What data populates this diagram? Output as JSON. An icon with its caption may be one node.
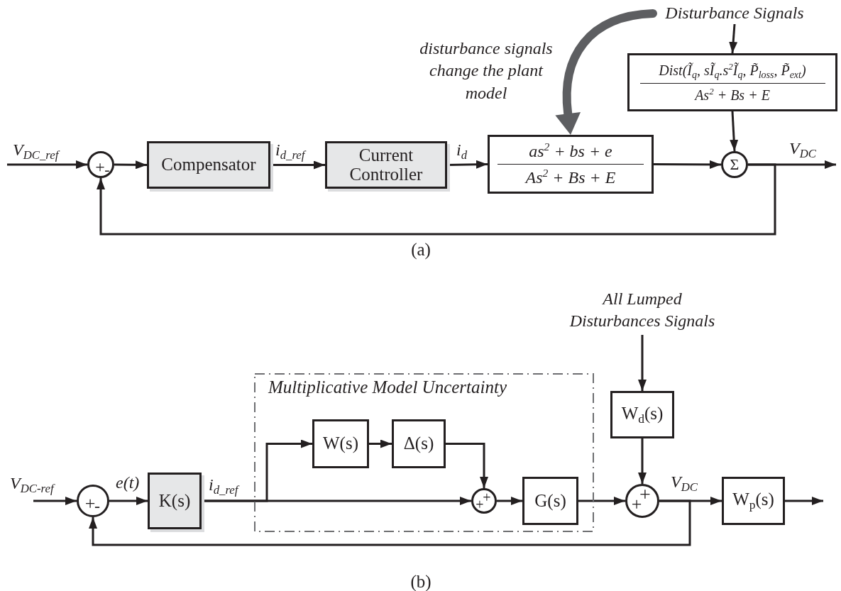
{
  "diagram": {
    "nodes": [
      {
        "text": [
          "+",
          "-"
        ]
      },
      {
        "text": [
          "Compensator"
        ]
      },
      {
        "text": [
          "Current Controller"
        ]
      },
      {
        "text": [
          "as$^{2}$ + bs + e",
          "As$^{2}$ + Bs + E"
        ]
      },
      {
        "text": [
          "Σ"
        ]
      },
      {
        "text": [
          "Dist(Ĩ$_{q}$, sĨ$_{q}$.s$^{2}$Ĩ$_{q}$, P̃$_{loss}$, P̃$_{ext}$)",
          "As$^{2}$ + Bs + E"
        ]
      },
      {
        "text": [
          "Disturbance Signals"
        ]
      },
      {
        "text": [
          "disturbance signals change the plant model"
        ]
      },
      {
        "text": [
          "+",
          "-"
        ]
      },
      {
        "text": [
          "K(s)"
        ]
      },
      {
        "text": [
          "Multiplicative Model Uncertainty"
        ]
      },
      {
        "text": [
          "W(s)"
        ],
        "in": 10
      },
      {
        "text": [
          "Δ(s)"
        ],
        "in": 10
      },
      {
        "text": [
          "+",
          "+"
        ],
        "in": 10
      },
      {
        "text": [
          "G(s)"
        ],
        "in": 10
      },
      {
        "text": [
          "All Lumped Disturbances Signals"
        ]
      },
      {
        "text": [
          "W$_{d}$(s)"
        ]
      },
      {
        "text": [
          "+",
          "+"
        ]
      },
      {
        "text": [
          "W$_{p}$(s)"
        ]
      }
    ],
    "edges": [
      {
        "from": null,
        "to": 0,
        "arrow": "to",
        "label": "V$_{DC_ref}$"
      },
      {
        "from": 0,
        "to": 1,
        "arrow": "to"
      },
      {
        "from": 1,
        "to": 2,
        "arrow": "to",
        "label": "i$_{d_ref}$"
      },
      {
        "from": 2,
        "to": 3,
        "arrow": "to",
        "label": "i$_{d}$"
      },
      {
        "from": 3,
        "to": 4,
        "arrow": "to"
      },
      {
        "from": 6,
        "to": 5,
        "arrow": "to"
      },
      {
        "from": 6,
        "to": 3,
        "arrow": "to",
        "style": "thick",
        "color": "#5d5e61"
      },
      {
        "from": 5,
        "to": 4,
        "arrow": "to"
      },
      {
        "from": 4,
        "to": null,
        "arrow": "to",
        "label": "V$_{DC}$"
      },
      {
        "from": 4,
        "to": 0,
        "arrow": "to"
      },
      {
        "from": null,
        "to": 8,
        "arrow": "to",
        "label": "V$_{DC-ref}$"
      },
      {
        "from": 8,
        "to": 9,
        "arrow": "to",
        "label": "e(t)"
      },
      {
        "from": 9,
        "to": 11,
        "arrow": "to"
      },
      {
        "from": 9,
        "to": 13,
        "arrow": "to",
        "label": "i$_{d_ref}$"
      },
      {
        "from": 11,
        "to": 12,
        "arrow": "to"
      },
      {
        "from": 12,
        "to": 13,
        "arrow": "to"
      },
      {
        "from": 13,
        "to": 14,
        "arrow": "to"
      },
      {
        "from": 14,
        "to": 17,
        "arrow": "to"
      },
      {
        "from": 15,
        "to": 16,
        "arrow": "to"
      },
      {
        "from": 16,
        "to": 17,
        "arrow": "to"
      },
      {
        "from": 17,
        "to": 18,
        "arrow": "to",
        "label": "V$_{DC}$"
      },
      {
        "from": 18,
        "to": null,
        "arrow": "to"
      },
      {
        "from": 17,
        "to": 8,
        "arrow": "to"
      }
    ],
    "labels": [
      "(a)",
      "(b)"
    ]
  }
}
